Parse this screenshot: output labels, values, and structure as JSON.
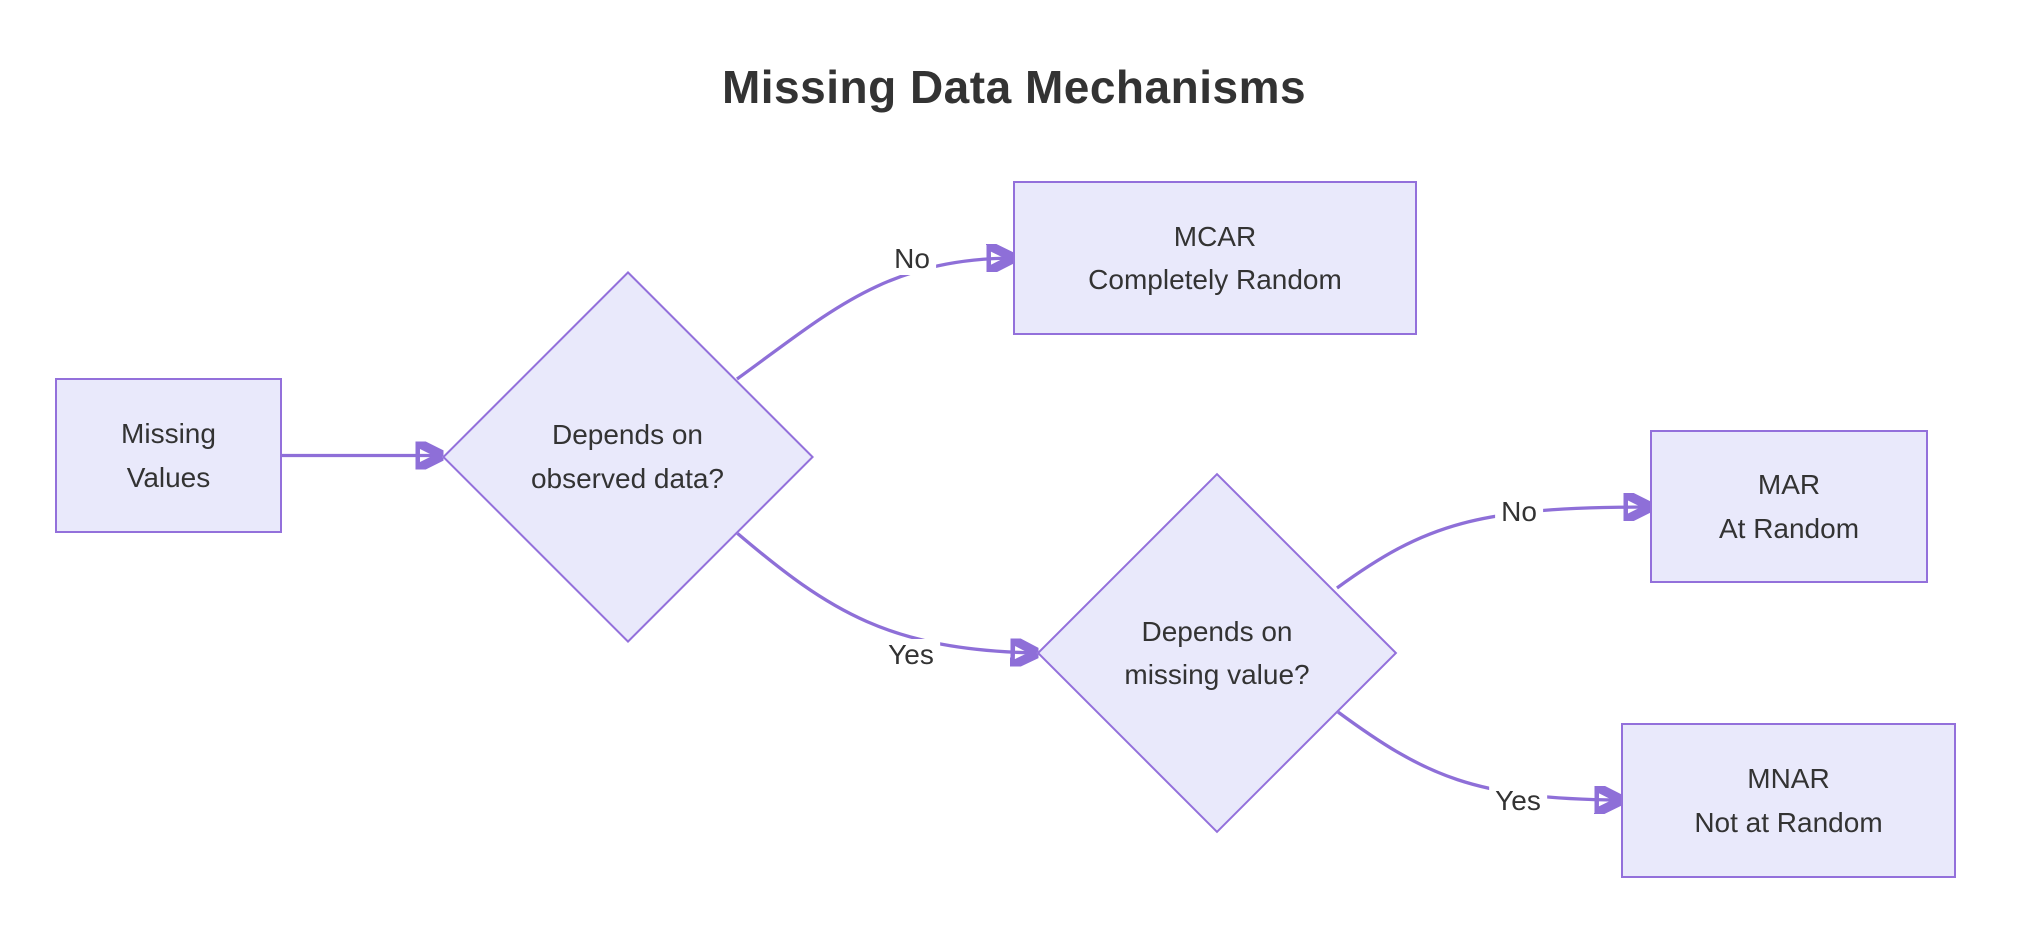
{
  "title": "Missing Data Mechanisms",
  "colors": {
    "node_fill": "#E9E9FB",
    "node_border": "#9370DB",
    "edge": "#8E6FD8",
    "text": "#333333",
    "edge_label_background": "#FFFFFF"
  },
  "nodes": {
    "missing_values": {
      "line1": "Missing",
      "line2": "Values"
    },
    "decision_observed": {
      "line1": "Depends on",
      "line2": "observed data?"
    },
    "mcar": {
      "line1": "MCAR",
      "line2": "Completely Random"
    },
    "decision_missing": {
      "line1": "Depends on",
      "line2": "missing value?"
    },
    "mar": {
      "line1": "MAR",
      "line2": "At Random"
    },
    "mnar": {
      "line1": "MNAR",
      "line2": "Not at Random"
    }
  },
  "edge_labels": {
    "observed_no_to_mcar": "No",
    "observed_yes_to_decision_missing": "Yes",
    "missing_no_to_mar": "No",
    "missing_yes_to_mnar": "Yes"
  }
}
